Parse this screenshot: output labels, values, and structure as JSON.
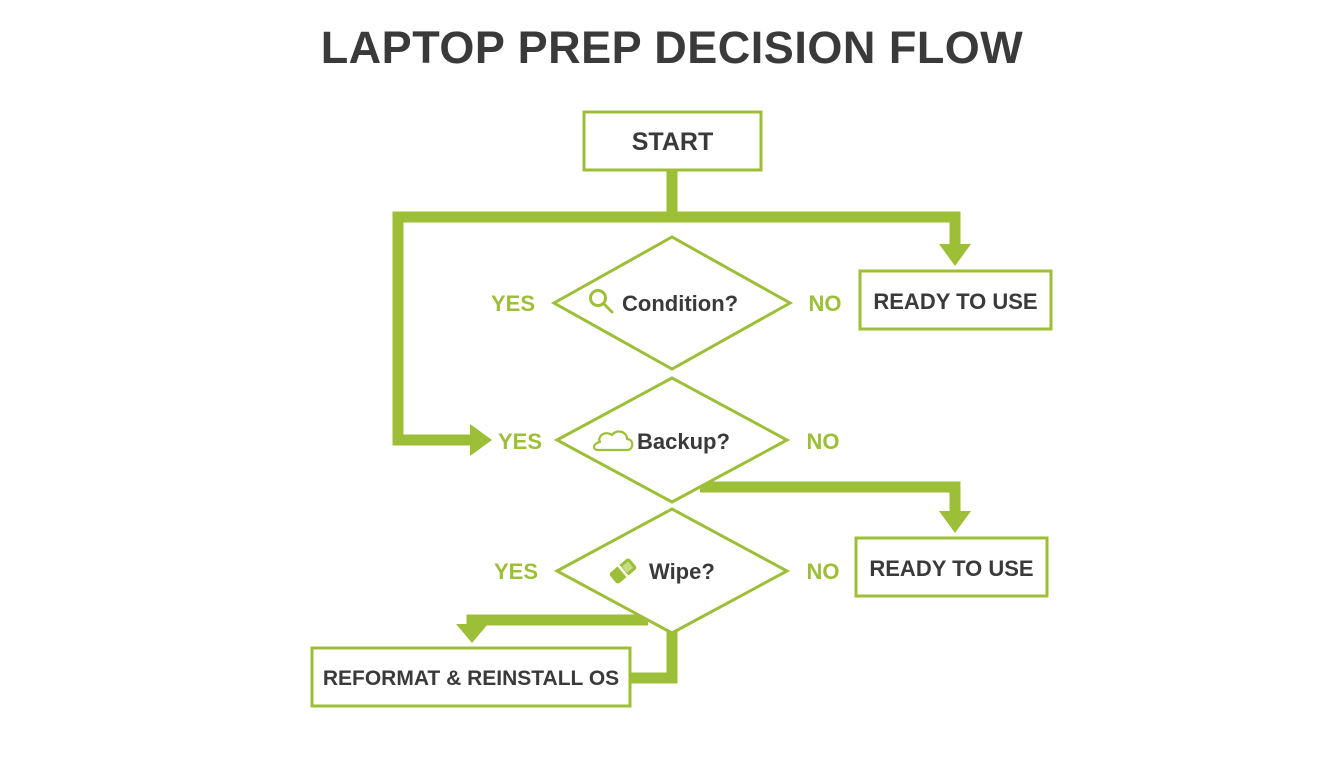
{
  "title": "LAPTOP PREP DECISION FLOW",
  "colors": {
    "accent": "#9dbf38",
    "text": "#3a3a3a",
    "background": "#ffffff"
  },
  "nodes": {
    "start": {
      "label": "START"
    },
    "condition": {
      "label": "Condition?",
      "icon": "magnifier-icon",
      "yes_label": "YES",
      "no_label": "NO"
    },
    "ready_1": {
      "label": "READY TO USE"
    },
    "backup": {
      "label": "Backup?",
      "icon": "cloud-icon",
      "yes_label": "YES",
      "no_label": "NO"
    },
    "wipe": {
      "label": "Wipe?",
      "icon": "eraser-icon",
      "yes_label": "YES",
      "no_label": "NO"
    },
    "ready_2": {
      "label": "READY TO USE"
    },
    "reformat": {
      "label": "REFORMAT & REINSTALL OS"
    }
  }
}
